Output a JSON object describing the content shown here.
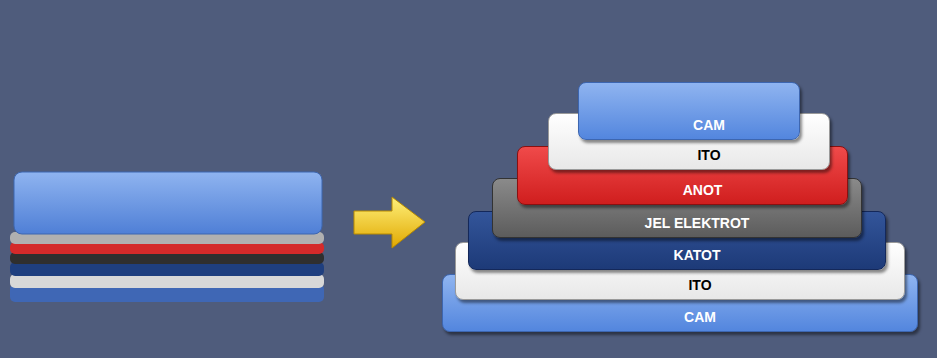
{
  "diagram": {
    "nodes": [
      {
        "text": [
          "CAM"
        ]
      },
      {
        "text": [
          "ITO"
        ]
      },
      {
        "text": [
          "ANOT"
        ]
      },
      {
        "text": [
          "JEL ELEKTROT"
        ]
      },
      {
        "text": [
          "KATOT"
        ]
      },
      {
        "text": [
          "ITO"
        ]
      },
      {
        "text": [
          "CAM"
        ]
      }
    ]
  }
}
